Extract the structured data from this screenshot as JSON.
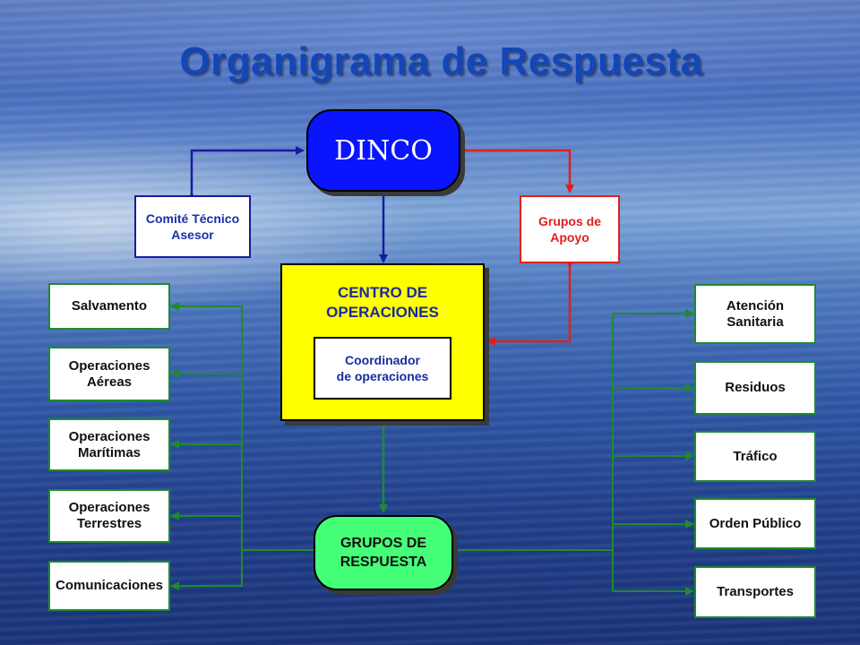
{
  "title": "Organigrama de Respuesta",
  "nodes": {
    "dinco": "DINCO",
    "comite": "Comité Técnico\nAsesor",
    "grupos_apoyo": "Grupos de\nApoyo",
    "centro": "CENTRO DE\nOPERACIONES",
    "coordinador": "Coordinador\nde operaciones",
    "grupos_respuesta": "GRUPOS DE\nRESPUESTA"
  },
  "left_groups": [
    "Salvamento",
    "Operaciones\nAéreas",
    "Operaciones\nMarítimas",
    "Operaciones\nTerrestres",
    "Comunicaciones"
  ],
  "right_groups": [
    "Atención\nSanitaria",
    "Residuos",
    "Tráfico",
    "Orden Público",
    "Transportes"
  ],
  "colors": {
    "blue_link": "#1a1aa0",
    "red_link": "#e21e1e",
    "green_link": "#1f8a2e"
  }
}
